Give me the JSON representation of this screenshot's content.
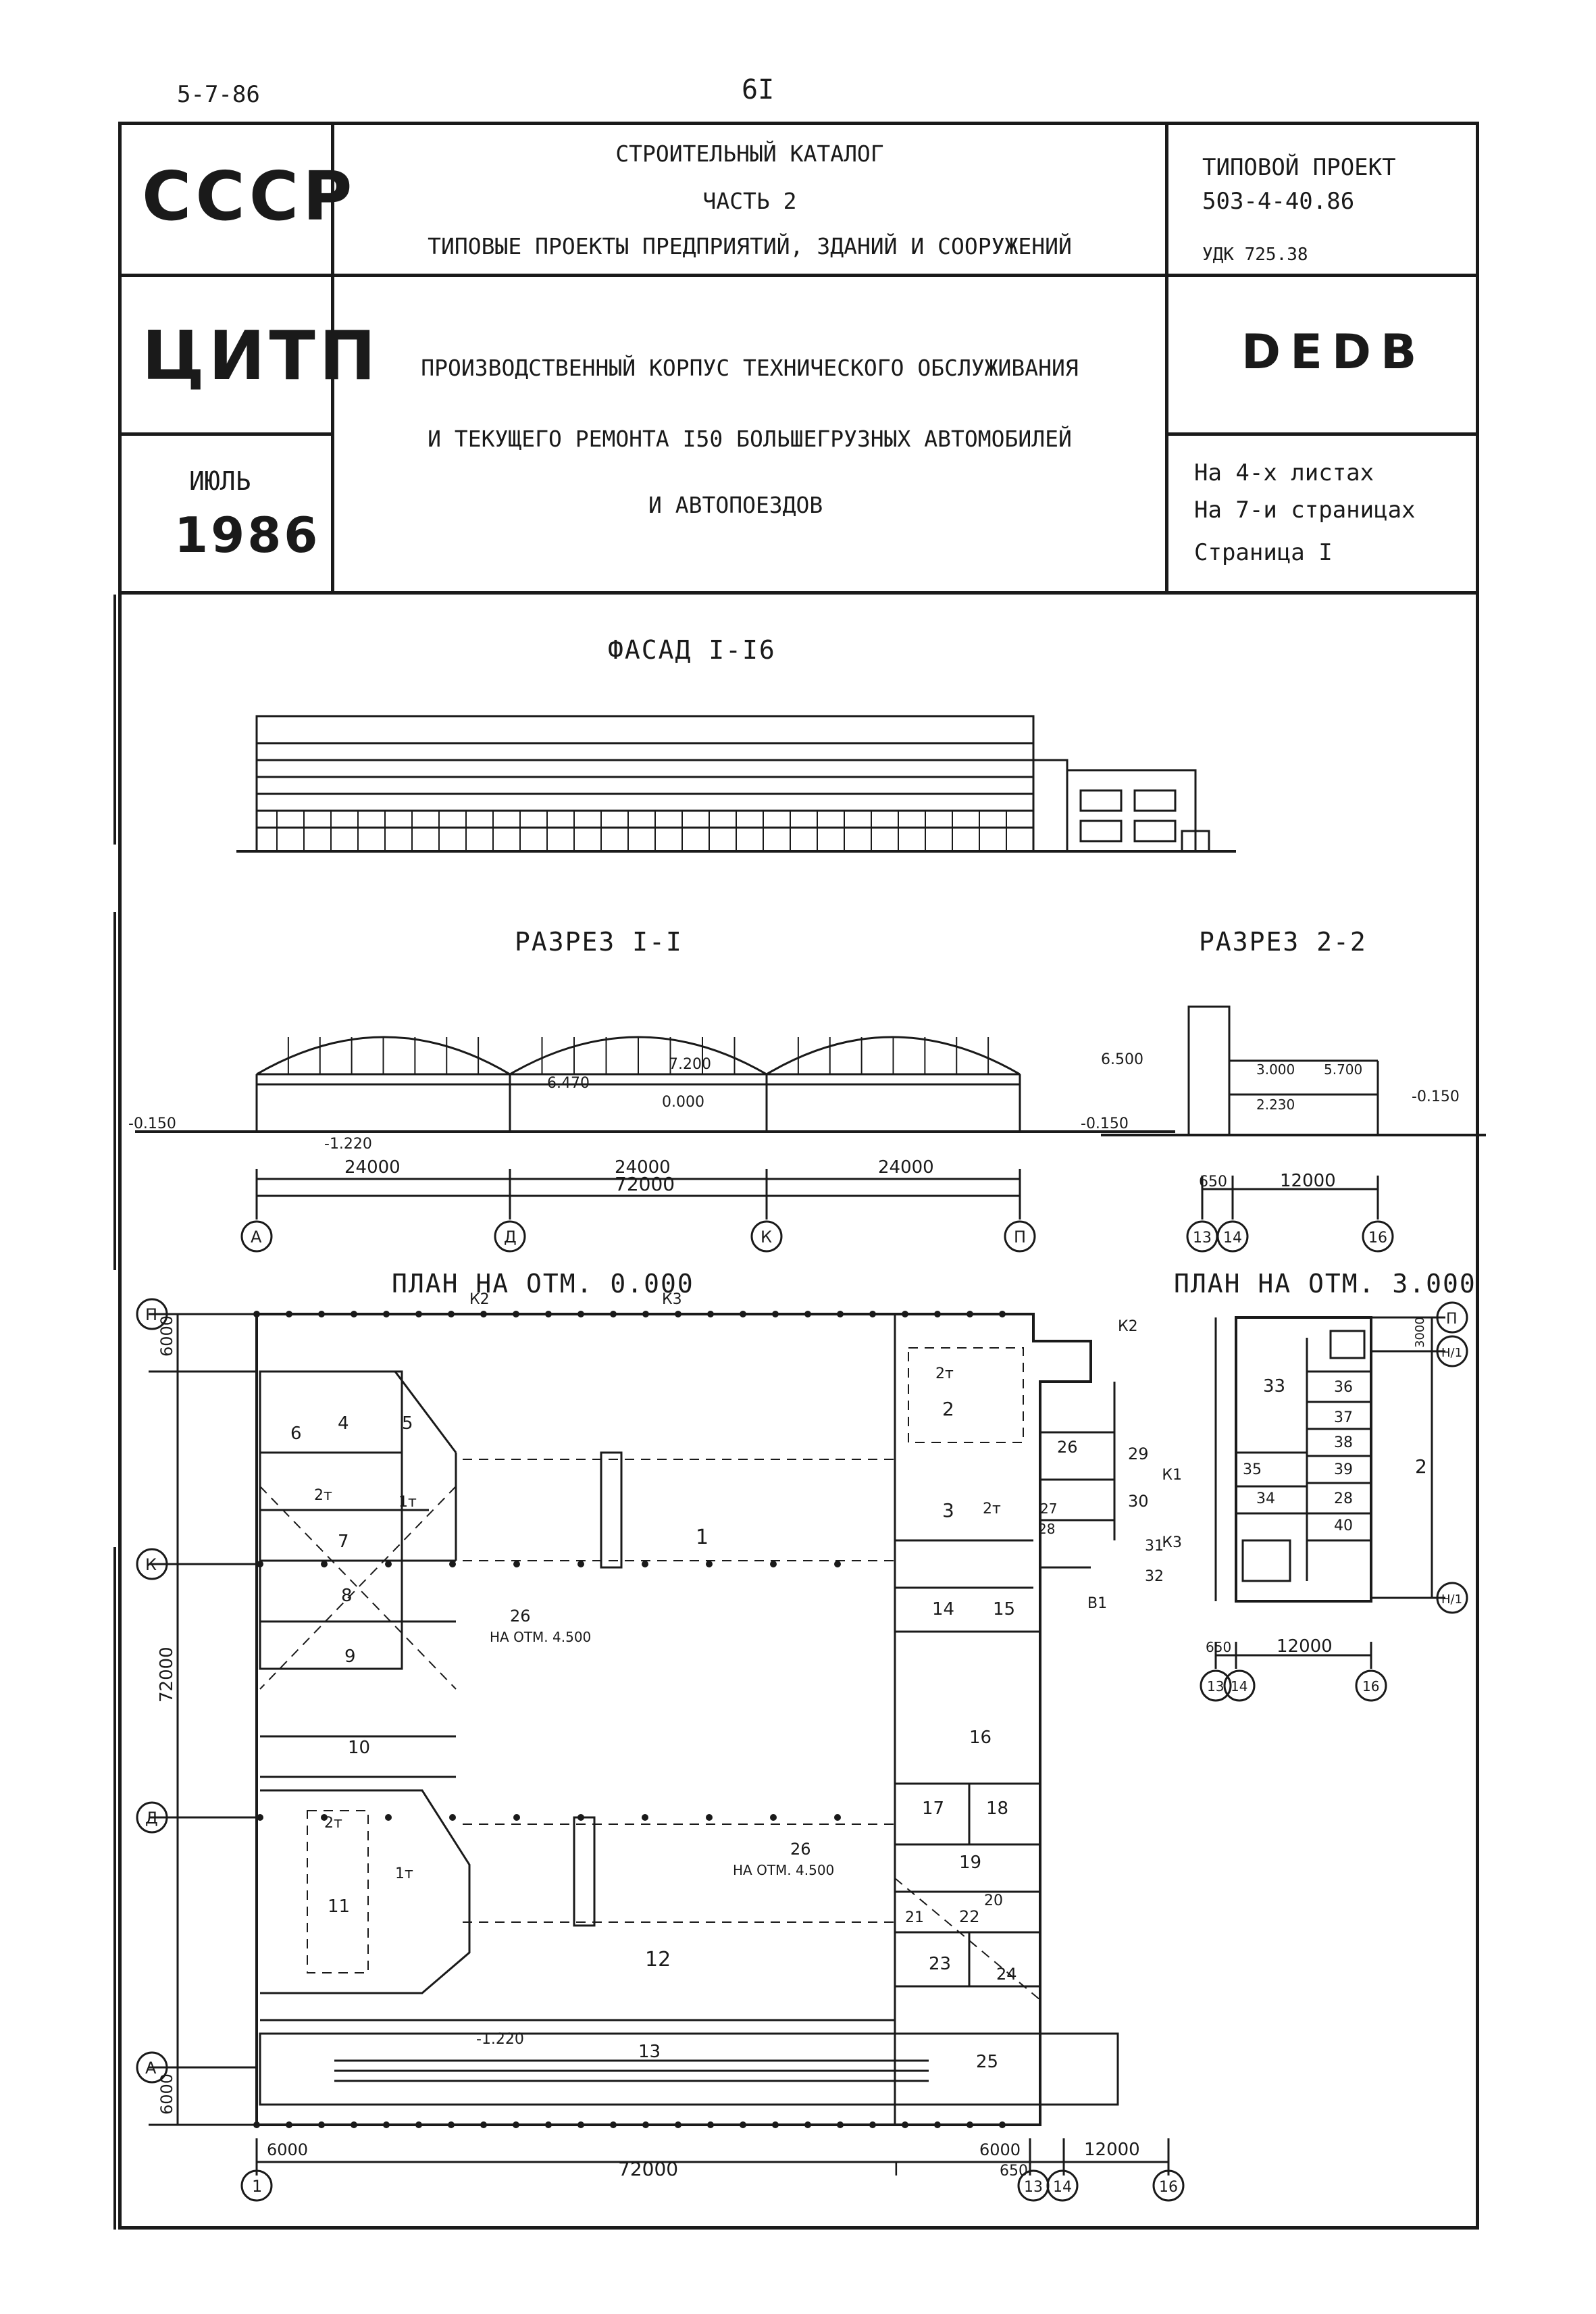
{
  "header": {
    "series_code": "5-7-86",
    "page_number": "6I"
  },
  "stamp": {
    "org1": "СССР",
    "org2": "ЦИТП",
    "month": "ИЮЛЬ",
    "year": "1986"
  },
  "catalog": {
    "line1": "СТРОИТЕЛЬНЫЙ КАТАЛОГ",
    "line2": "ЧАСТЬ 2",
    "line3": "ТИПОВЫЕ ПРОЕКТЫ ПРЕДПРИЯТИЙ, ЗДАНИЙ И СООРУЖЕНИЙ"
  },
  "project": {
    "type_label": "ТИПОВОЙ ПРОЕКТ",
    "number": "503-4-40.86",
    "udk": "УДК 725.38",
    "code": "DEDB",
    "sheets": "На  4-х листах",
    "pages": "На  7-и страницах",
    "page": "Страница  I"
  },
  "title": {
    "line1": "ПРОИЗВОДСТВЕННЫЙ КОРПУС ТЕХНИЧЕСКОГО ОБСЛУЖИВАНИЯ",
    "line2": "И ТЕКУЩЕГО РЕМОНТА  I50  БОЛЬШЕГРУЗНЫХ АВТОМОБИЛЕЙ",
    "line3": "И  АВТОПОЕЗДОВ"
  },
  "drawings": {
    "facade_title": "ФАСАД  I-I6",
    "section1_title": "РАЗРЕЗ  I-I",
    "section2_title": "РАЗРЕЗ  2-2",
    "plan1_title": "ПЛАН НА ОТМ. 0.000",
    "plan2_title": "ПЛАН НА ОТМ. 3.000"
  },
  "section1": {
    "elev_left": "-0.150",
    "elev_right": "-0.150",
    "elev_pit": "-1.220",
    "elev_zero": "0.000",
    "elev_crane": "6.470",
    "elev_top": "7.200",
    "dims": [
      "24000",
      "24000",
      "24000"
    ],
    "total": "72000",
    "axes": [
      "А",
      "Д",
      "К",
      "П"
    ]
  },
  "section2": {
    "elev_a": "6.500",
    "elev_b": "3.000",
    "elev_c": "5.700",
    "elev_d": "2.230",
    "elev_e": "-0.150",
    "dim_a": "650",
    "dim_b": "12000",
    "axes": [
      "13",
      "14",
      "16"
    ]
  },
  "plan1": {
    "rooms": [
      "1",
      "2",
      "3",
      "4",
      "5",
      "6",
      "7",
      "8",
      "9",
      "10",
      "11",
      "12",
      "13",
      "14",
      "15",
      "16",
      "17",
      "18",
      "19",
      "20",
      "21",
      "22",
      "23",
      "24",
      "25",
      "26",
      "27",
      "28",
      "29",
      "30",
      "31",
      "32"
    ],
    "crane_tags": [
      "2т",
      "2т",
      "2т",
      "1т",
      "1т",
      "2т"
    ],
    "note_a": "26",
    "note_a_elev": "НА ОТМ. 4.500",
    "note_b": "26",
    "note_b_elev": "НА ОТМ. 4.500",
    "pit_elev": "-1.220",
    "tags": [
      "К2",
      "К3",
      "К2",
      "К1",
      "К3",
      "В1"
    ],
    "section_mark": "1",
    "section_mark_b": "I",
    "axes_left": [
      "П",
      "К",
      "Д",
      "А"
    ],
    "axes_bottom": [
      "1",
      "13",
      "14",
      "16"
    ],
    "dims_left": [
      "6000",
      "72000",
      "6000"
    ],
    "dims_bottom": [
      "6000",
      "72000",
      "6000",
      "650",
      "12000"
    ]
  },
  "plan2": {
    "rooms": [
      "33",
      "34",
      "35",
      "36",
      "37",
      "38",
      "39",
      "40",
      "28"
    ],
    "axes_right": [
      "П",
      "Н/1",
      "Н/1"
    ],
    "axes_bottom": [
      "13",
      "14",
      "16"
    ],
    "dim_top": "3000",
    "dim_a": "650",
    "dim_b": "12000",
    "section_mark": "2"
  }
}
